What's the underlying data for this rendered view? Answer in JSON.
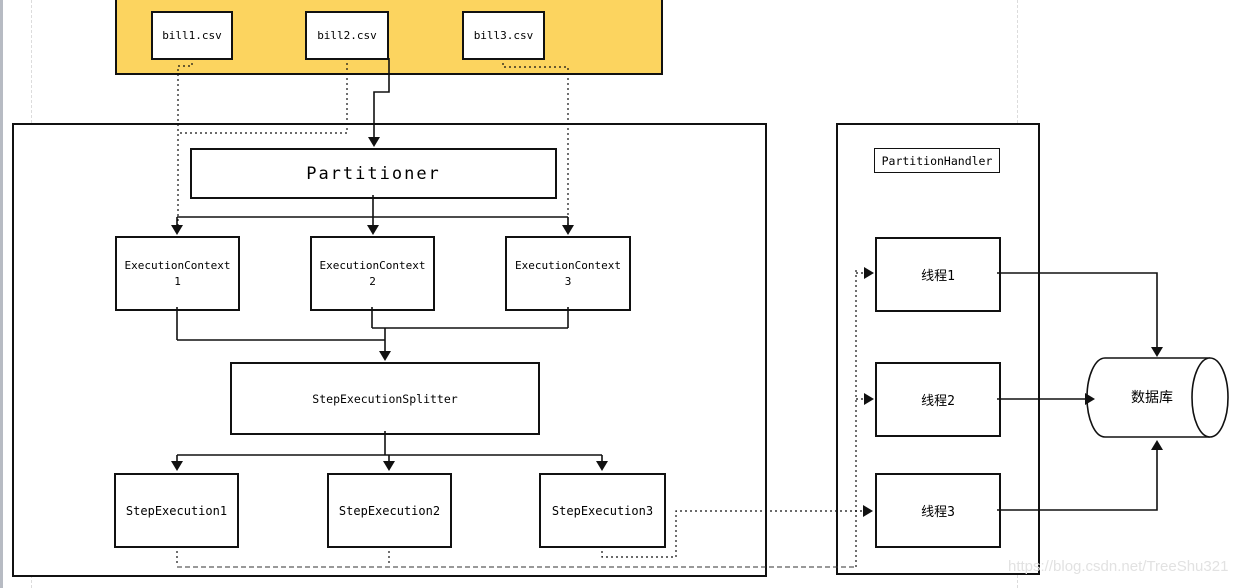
{
  "banner": {
    "files": [
      "bill1.csv",
      "bill2.csv",
      "bill3.csv"
    ]
  },
  "flow": {
    "partitioner": "Partitioner",
    "execution_contexts": [
      {
        "name": "ExecutionContext",
        "num": "1"
      },
      {
        "name": "ExecutionContext",
        "num": "2"
      },
      {
        "name": "ExecutionContext",
        "num": "3"
      }
    ],
    "splitter": "StepExecutionSplitter",
    "step_executions": [
      "StepExecution1",
      "StepExecution2",
      "StepExecution3"
    ]
  },
  "handler": {
    "label": "PartitionHandler",
    "threads": [
      "线程1",
      "线程2",
      "线程3"
    ]
  },
  "database": {
    "label": "数据库"
  },
  "watermark": "https://blog.csdn.net/TreeShu321",
  "colors": {
    "banner_fill": "#fcd45f",
    "line": "#000000",
    "watermark": "#e2e2e2",
    "page_guide": "#dcdcdc",
    "edge_strip": "#b7bbc3"
  }
}
